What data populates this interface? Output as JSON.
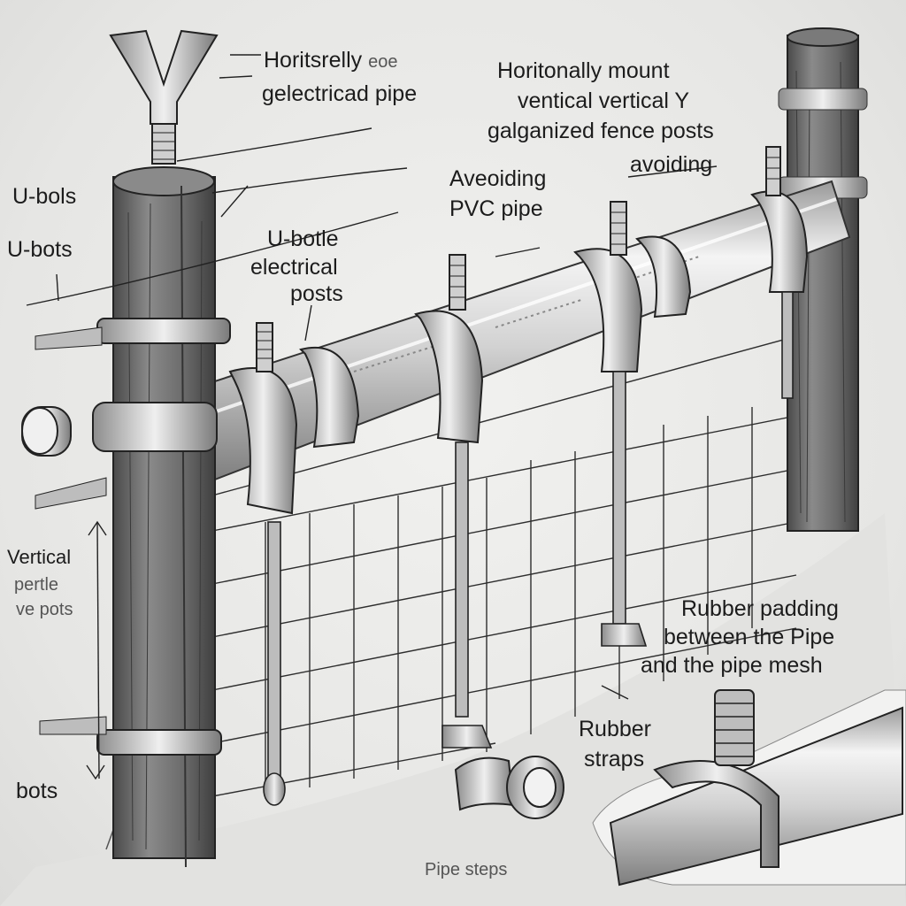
{
  "labels": {
    "top_left_1": "Horitsrelly",
    "top_left_1b": "eoe",
    "top_left_2": "gelectricad pipe",
    "top_right_1": "Horitonally mount",
    "top_right_2": "ventical vertical Y",
    "top_right_3": "galganized fence posts",
    "avoiding_right": "avoiding",
    "avoiding_pvc_1": "Aveoiding",
    "avoiding_pvc_2": "PVC pipe",
    "ubolts_1": "U-bols",
    "ubolts_2": "U-bots",
    "ubottle_1": "U-botle",
    "ubottle_2": "electrical",
    "ubottle_3": "posts",
    "vertical_1": "Vertical",
    "vertical_2": "pertle",
    "vertical_3": "ve pots",
    "rubber_padding_1": "Rubber padding",
    "rubber_padding_2": "between the Pipe",
    "rubber_padding_3": "and the pipe mesh",
    "rubber_straps_1": "Rubber",
    "rubber_straps_2": "straps",
    "bots": "bots",
    "pipe_straps": "Pipe steps"
  },
  "colors": {
    "ink": "#1c1c1c",
    "wood": "#6f6f6f",
    "metal": "#c9c9c9",
    "paper": "#ebebea"
  }
}
